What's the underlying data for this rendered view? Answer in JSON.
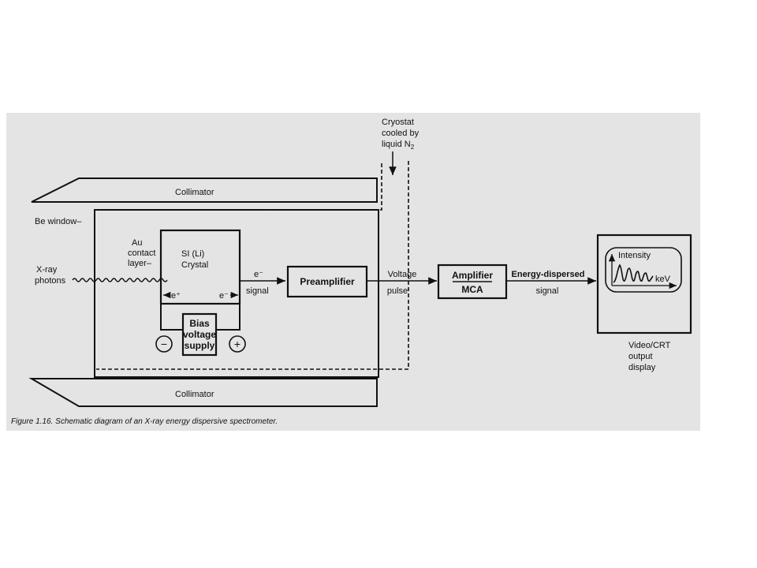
{
  "diagram": {
    "caption": "Figure 1.16. Schematic diagram of an X-ray energy dispersive spectrometer.",
    "cryostat": {
      "line1": "Cryostat",
      "line2": "cooled by",
      "line3_prefix": "liquid N",
      "line3_sub": "2"
    },
    "collimator_top": "Collimator",
    "collimator_bottom": "Collimator",
    "be_window": "Be window–",
    "au_contact": {
      "line1": "Au",
      "line2": "contact",
      "line3": "layer–"
    },
    "xray_photons": {
      "line1": "X-ray",
      "line2": "photons"
    },
    "crystal": {
      "line1": "SI (Li)",
      "line2": "Crystal"
    },
    "e_plus": "e⁺",
    "e_minus": "e⁻",
    "e_signal": {
      "line1": "e⁻",
      "line2": "signal"
    },
    "bias": {
      "line1": "Bias",
      "line2": "voltage",
      "line3": "supply"
    },
    "minus_sign": "−",
    "plus_sign": "+",
    "preamplifier": "Preamplifier",
    "voltage_pulse": {
      "line1": "Voltage",
      "line2": "pulse"
    },
    "amplifier": "Amplifier",
    "mca": "MCA",
    "energy_signal": {
      "line1": "Energy-dispersed",
      "line2": "signal"
    },
    "intensity": "Intensity",
    "kev": "keV",
    "display": {
      "line1": "Video/CRT",
      "line2": "output",
      "line3": "display"
    }
  }
}
